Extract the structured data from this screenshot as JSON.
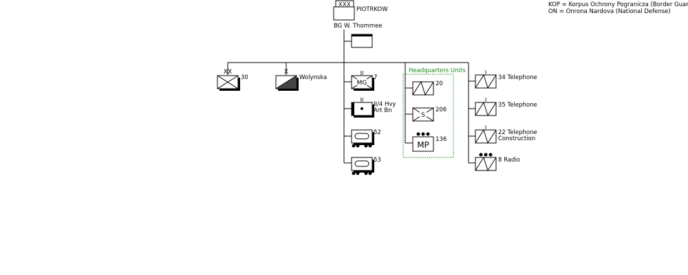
{
  "legend": {
    "line1": "KOP = Korpus Ochrony Pogranicza (Border Guard Corps)",
    "line2": "ON = Onrona Nardova  (National Defense)"
  },
  "command": {
    "location": "PIOTRKOW",
    "commander": "BG  W. Thommee",
    "echelon_marks": "XXX"
  },
  "units": {
    "div30": {
      "label": "30",
      "echelon": "XX"
    },
    "wolynska": {
      "label": "Wolynska",
      "echelon": "X"
    },
    "mg": {
      "label": "7",
      "echelon": "II",
      "symbol": "MG"
    },
    "art": {
      "label_line1": "II/4 Hvy",
      "label_line2": "Art Bn",
      "echelon": "II"
    },
    "ar52": {
      "label": "52"
    },
    "ar53": {
      "label": "53"
    }
  },
  "hq_units": {
    "title": "Headquarters Units",
    "items": [
      {
        "label": "20"
      },
      {
        "label": "206",
        "symbol": "S"
      },
      {
        "label": "136",
        "symbol": "MP"
      }
    ]
  },
  "signal_units": [
    {
      "label_line1": "34 Telephone"
    },
    {
      "label_line1": "35 Telephone"
    },
    {
      "label_line1": "22 Telephone",
      "label_line2": "Construction"
    },
    {
      "label_line1": "8 Radio"
    }
  ],
  "colors": {
    "hq_border": "#1a8a1a",
    "hq_title": "#1a8a1a",
    "line": "#000000"
  }
}
